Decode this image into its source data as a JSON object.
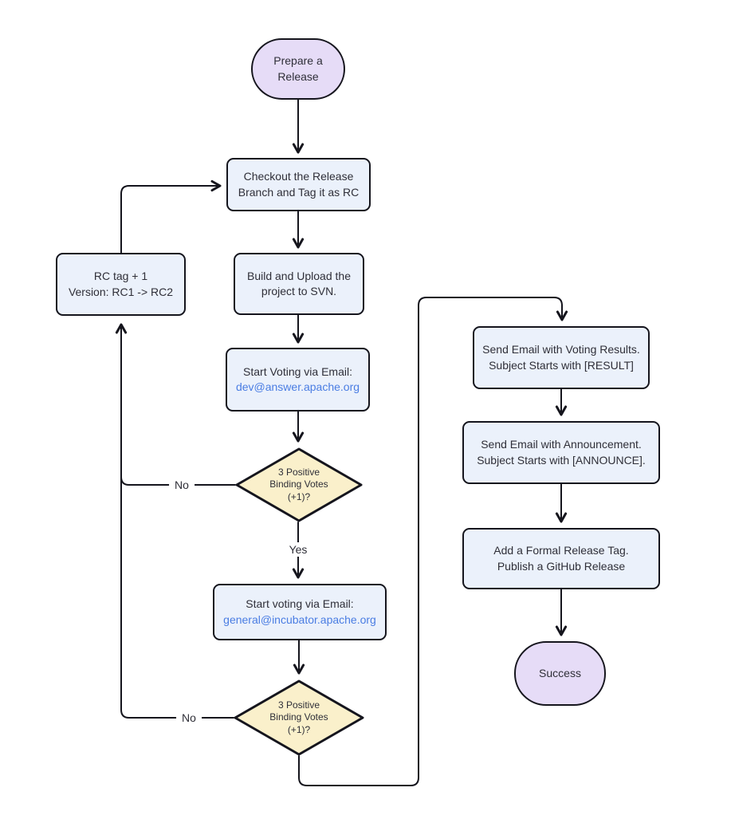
{
  "diagram": {
    "nodes": {
      "prepare": {
        "lines": [
          "Prepare a",
          "Release"
        ]
      },
      "checkout": {
        "lines": [
          "Checkout the Release",
          "Branch and Tag it as RC"
        ]
      },
      "build": {
        "lines": [
          "Build and Upload the",
          "project to SVN."
        ]
      },
      "rc_bump": {
        "lines": [
          "RC tag + 1",
          "Version: RC1 -> RC2"
        ]
      },
      "vote_dev": {
        "text": "Start Voting via Email:",
        "email": "dev@answer.apache.org"
      },
      "decision1": {
        "lines": [
          "3 Positive",
          "Binding Votes",
          "(+1)?"
        ]
      },
      "vote_general": {
        "text": "Start voting via Email:",
        "email": "general@incubator.apache.org"
      },
      "decision2": {
        "lines": [
          "3 Positive",
          "Binding Votes",
          "(+1)?"
        ]
      },
      "results": {
        "lines": [
          "Send Email with Voting Results.",
          "Subject Starts with [RESULT]"
        ]
      },
      "announce": {
        "lines": [
          "Send Email with Announcement.",
          "Subject Starts with [ANNOUNCE]."
        ]
      },
      "formal": {
        "lines": [
          "Add a Formal Release Tag.",
          "Publish a GitHub Release"
        ]
      },
      "success": {
        "lines": [
          "Success"
        ]
      }
    },
    "edge_labels": {
      "yes": "Yes",
      "no1": "No",
      "no2": "No"
    }
  },
  "theme": {
    "border": "#15151d",
    "text": "#2f2f38",
    "node-fill": "#ebf1fb",
    "decision-fill": "#faf0cb",
    "terminal-fill": "#e6dcf7",
    "link": "#4a7de3",
    "bg": "#ffffff"
  }
}
